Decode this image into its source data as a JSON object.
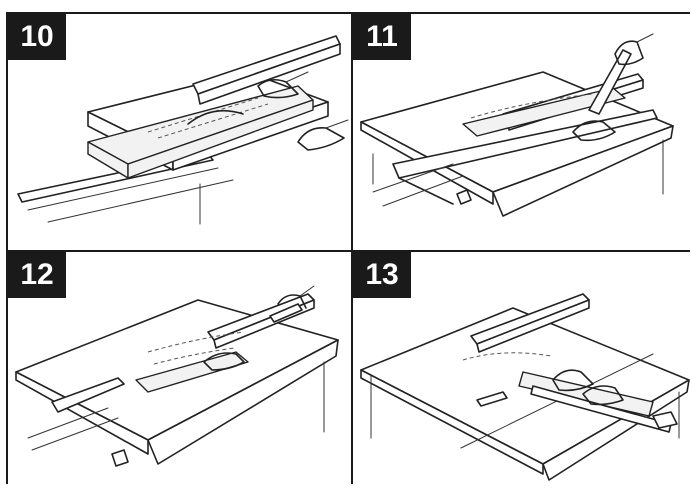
{
  "panels": [
    {
      "number": "10",
      "illustration": "table-saw-rip-fence-cut"
    },
    {
      "number": "11",
      "illustration": "table-saw-push-stick-cut"
    },
    {
      "number": "12",
      "illustration": "table-saw-push-block-cut"
    },
    {
      "number": "13",
      "illustration": "table-saw-miter-gauge-cut"
    }
  ]
}
